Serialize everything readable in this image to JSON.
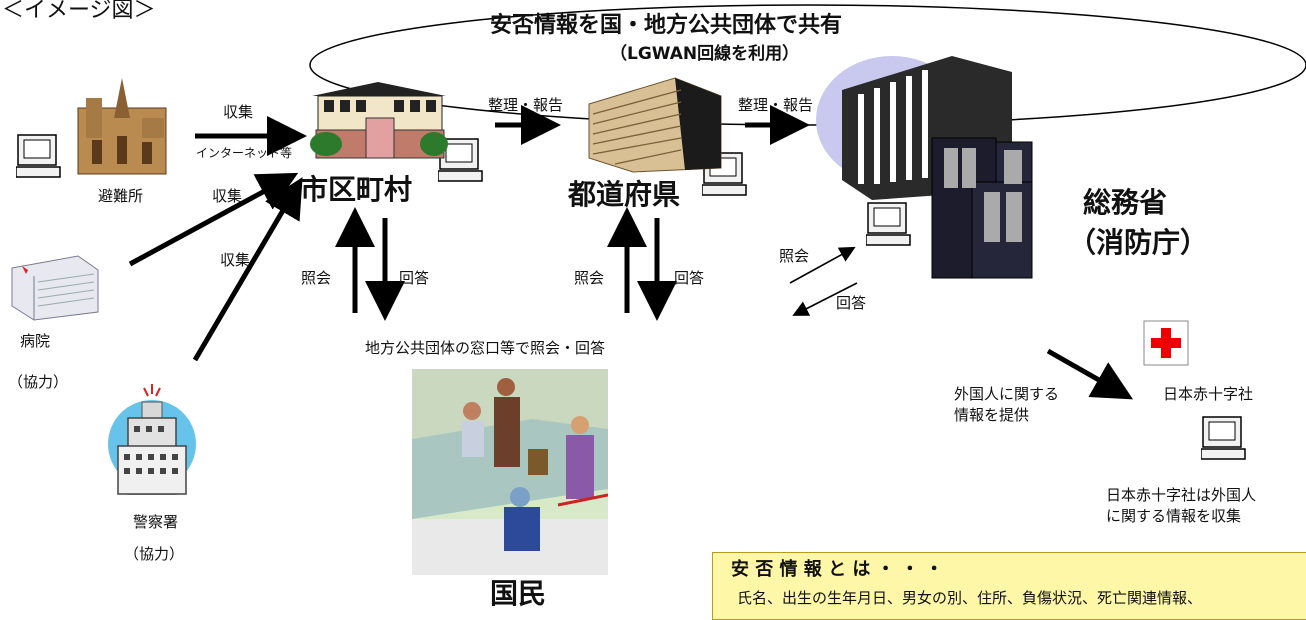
{
  "diagram": {
    "corner_title": "＜イメージ図＞",
    "top_title": "安否情報を国・地方公共団体で共有",
    "top_subtitle": "（LGWAN回線を利用）",
    "nodes": {
      "shelter": "避難所",
      "hospital": "病院",
      "hospital_note": "（協力）",
      "police": "警察署",
      "police_note": "（協力）",
      "municipality": "市区町村",
      "prefecture": "都道府県",
      "ministry_line1": "総務省",
      "ministry_line2": "（消防庁）",
      "citizens": "国民",
      "red_cross": "日本赤十字社"
    },
    "arrows": {
      "collect_1": "収集",
      "collect_1_sub": "インターネット等",
      "collect_2": "収集",
      "collect_3": "収集",
      "report_1": "整理・報告",
      "report_2": "整理・報告",
      "query_1": "照会",
      "answer_1": "回答",
      "query_2": "照会",
      "answer_2": "回答",
      "query_3": "照会",
      "answer_3": "回答"
    },
    "window_caption": "地方公共団体の窓口等で照会・回答",
    "foreigner_info_line1": "外国人に関する",
    "foreigner_info_line2": "情報を提供",
    "red_cross_note_line1": "日本赤十字社は外国人",
    "red_cross_note_line2": "に関する情報を収集",
    "info_box": {
      "title": "安 否 情 報 と は ・ ・ ・",
      "body": "氏名、出生の生年月日、男女の別、住所、負傷状況、死亡関連情報、"
    }
  }
}
